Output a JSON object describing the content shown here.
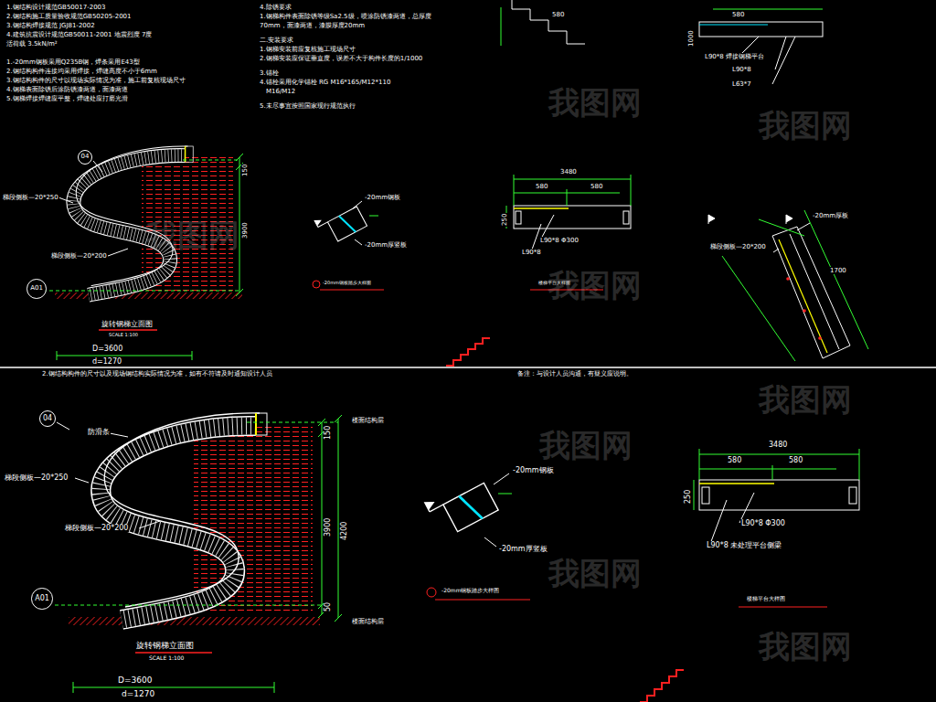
{
  "diagram": {
    "nodes": [
      {
        "text": [
          "04"
        ]
      },
      {
        "text": [
          "A01"
        ]
      },
      {
        "text": [
          "04"
        ]
      },
      {
        "text": [
          "A01"
        ]
      }
    ],
    "labels": [
      "1.钢结构设计规范GB50017-2003",
      "2.钢结构施工质量验收规范GB50205-2001",
      "3.钢结构焊接规范 JGJ81-2002",
      "4.建筑抗震设计规范GB50011-2001  地震烈度  7度",
      "活荷载 3.5kN/m²",
      "1.-20mm钢板采用Q235B钢，焊条采用E43型",
      "2.钢结构构件连接均采用焊接，焊缝高度不小于6mm",
      "3.钢结构构件的尺寸以现场实际情况为准，施工前复核现场尺寸",
      "4.钢梯表面除锈后涂防锈漆两道，面漆两道",
      "5.钢梯焊接焊缝应平整，焊缝处应打磨光滑",
      "4.除锈要求",
      "1.钢梯构件表面除锈等级Sa2.5级，喷涂防锈漆两道，总厚度",
      "70mm，面漆两道，漆膜厚度20mm",
      "二.安装要求",
      "1.钢梯安装前应复核施工现场尺寸",
      "2.钢梯安装应保证垂直度，误差不大于构件长度的1/1000",
      "3.锚栓",
      "4.锚栓采用化学锚栓 RG M16*165/M12*110",
      "M16/M12",
      "5.未尽事宜按照国家现行规范执行",
      "梯段侧板—20*250",
      "梯段侧板—20*200",
      "150",
      "3900",
      "旋转钢梯立面图",
      "SCALE 1:100",
      "D=3600",
      "d=1270",
      "-20mm钢板",
      "-20mm厚竖板",
      "-20mm钢板踏步大样图",
      "3480",
      "580",
      "580",
      "250",
      "L90*8 Φ300",
      "L90*8",
      "楼梯平台大样图",
      "梯段侧板—20*200",
      "-20mm厚板",
      "1700",
      "580",
      "580",
      "L90*8 焊接钢梯平台",
      "L90*8",
      "L63*7",
      "1000",
      "2.钢结构构件的尺寸以及现场钢结构实际情况为准，如有不符请及时通知设计人员",
      "备注：与设计人员沟通，有疑义应说明。",
      "防滑条",
      "梯段侧板—20*250",
      "梯段侧板—20*200",
      "楼面结构层",
      "楼面结构层",
      "150",
      "3900",
      "4200",
      "50",
      "旋转钢梯立面图",
      "SCALE 1:100",
      "D=3600",
      "d=1270",
      "-20mm钢板",
      "-20mm厚竖板",
      "-20mm钢板踏步大样图",
      "3480",
      "580",
      "580",
      "250",
      "L90*8 Φ300",
      "L90*8 未处理平台侧梁",
      "楼梯平台大样图",
      "我图网",
      "我图网",
      "我图网",
      "我图网",
      "我图网",
      "我图网",
      "我图网",
      "我图网"
    ]
  }
}
